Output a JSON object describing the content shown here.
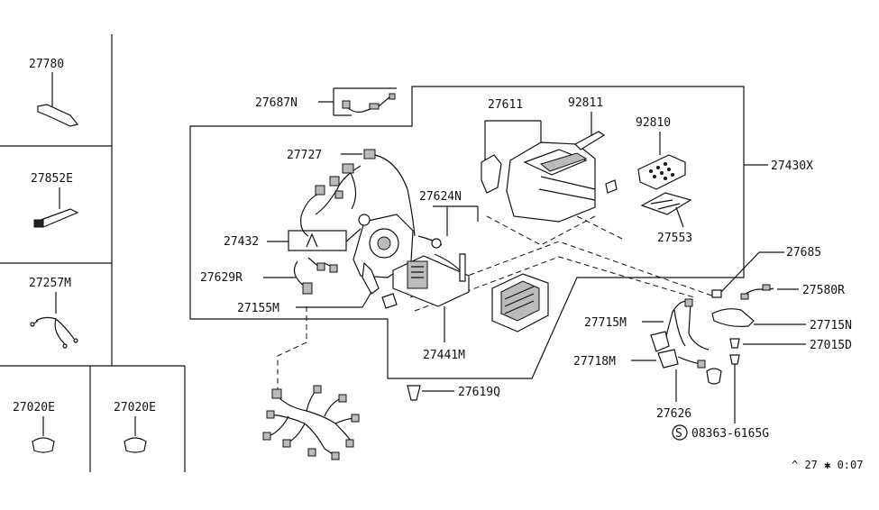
{
  "labels": {
    "p27780": "27780",
    "p27852E": "27852E",
    "p27257M": "27257M",
    "p27020E_a": "27020E",
    "p27020E_b": "27020E",
    "p27687N": "27687N",
    "p27611": "27611",
    "p92811": "92811",
    "p92810": "92810",
    "p27430X": "27430X",
    "p27727": "27727",
    "p27624N": "27624N",
    "p27432": "27432",
    "p27553": "27553",
    "p27629R": "27629R",
    "p27685": "27685",
    "p27155M": "27155M",
    "p27580R": "27580R",
    "p27715M": "27715M",
    "p27715N": "27715N",
    "p27441M": "27441M",
    "p27015D": "27015D",
    "p27718M": "27718M",
    "p27619Q": "27619Q",
    "p27626": "27626",
    "p08363": "08363-6165G",
    "s_symbol": "S",
    "footer": "^ 27 ✱ 0:07"
  }
}
